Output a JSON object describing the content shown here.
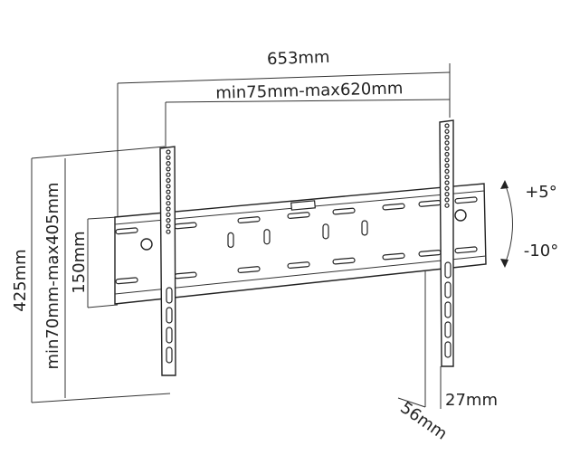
{
  "dimensions": {
    "overall_width": "653mm",
    "vesa_horizontal": "min75mm-max620mm",
    "overall_height": "425mm",
    "vesa_vertical": "min70mm-max405mm",
    "plate_height": "150mm",
    "depth_max": "56mm",
    "depth_min": "27mm"
  },
  "tilt": {
    "up": "+5°",
    "down": "-10°"
  }
}
